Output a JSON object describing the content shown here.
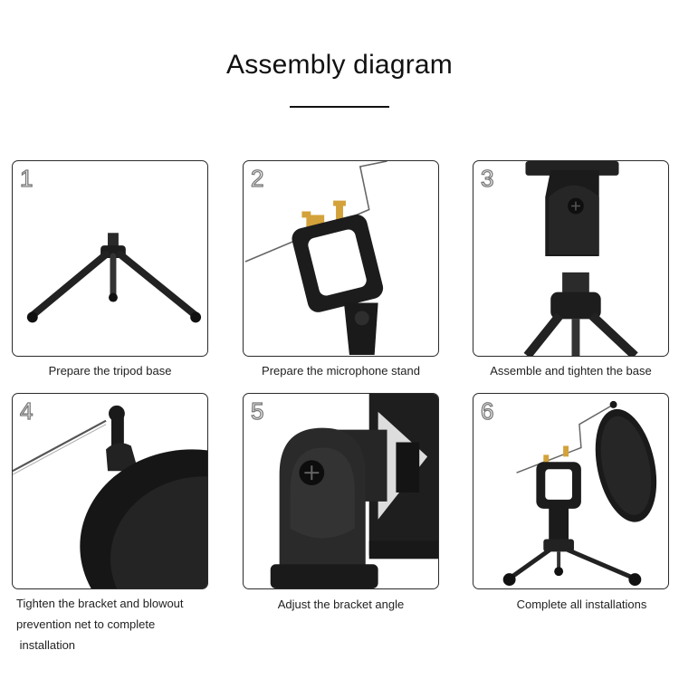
{
  "header": {
    "title": "Assembly diagram"
  },
  "steps": [
    {
      "number": "1",
      "caption": "Prepare the tripod base",
      "illustration": "tripod-base"
    },
    {
      "number": "2",
      "caption": "Prepare the microphone stand",
      "illustration": "shock-mount-clip"
    },
    {
      "number": "3",
      "caption": "Assemble and tighten the base",
      "illustration": "clip-over-tripod"
    },
    {
      "number": "4",
      "caption_lines": [
        "Tighten the bracket and blowout",
        "prevention net to complete",
        " installation"
      ],
      "illustration": "pop-filter"
    },
    {
      "number": "5",
      "caption": "Adjust the bracket angle",
      "illustration": "bracket-hinge"
    },
    {
      "number": "6",
      "caption": "Complete all installations",
      "illustration": "full-assembly"
    }
  ],
  "colors": {
    "panel_border": "#2b2b2b",
    "text": "#222222",
    "number_outline": "#777777",
    "product_black": "#1c1c1c",
    "brass": "#d4a23a"
  }
}
